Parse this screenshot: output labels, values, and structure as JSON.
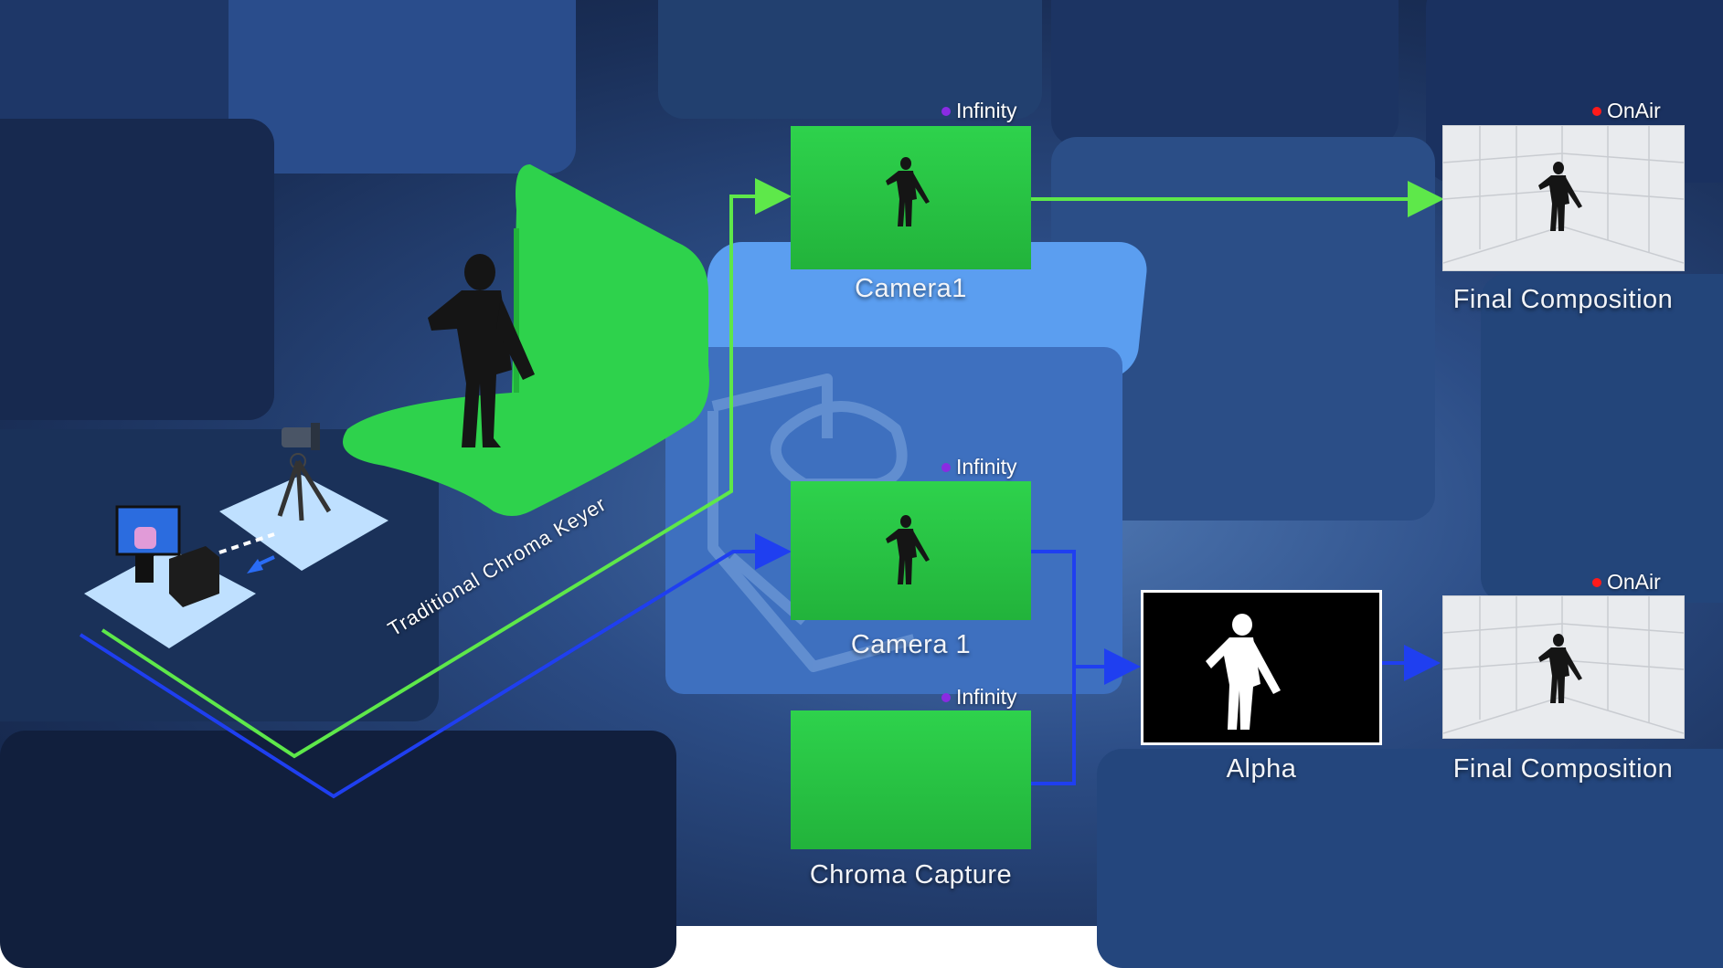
{
  "diagram": {
    "path_label": "Traditional Chroma Keyer",
    "nodes": {
      "camera1_top": {
        "label": "Camera1",
        "tag": "Infinity"
      },
      "camera1_mid": {
        "label": "Camera 1",
        "tag": "Infinity"
      },
      "chroma_capture": {
        "label": "Chroma Capture",
        "tag": "Infinity"
      },
      "alpha": {
        "label": "Alpha"
      },
      "final_top": {
        "label": "Final Composition",
        "tag": "OnAir"
      },
      "final_bottom": {
        "label": "Final Composition",
        "tag": "OnAir"
      }
    }
  },
  "colors": {
    "green_path": "#5ee84a",
    "blue_path": "#1f3ff0",
    "infinity_dot": "#8a2be2",
    "onair_dot": "#ff1a1a",
    "green_screen": "#2ed24c"
  },
  "icons": {
    "camera": "camera-on-tripod-icon",
    "workstation": "pc-workstation-icon",
    "person": "person-figure-icon"
  }
}
